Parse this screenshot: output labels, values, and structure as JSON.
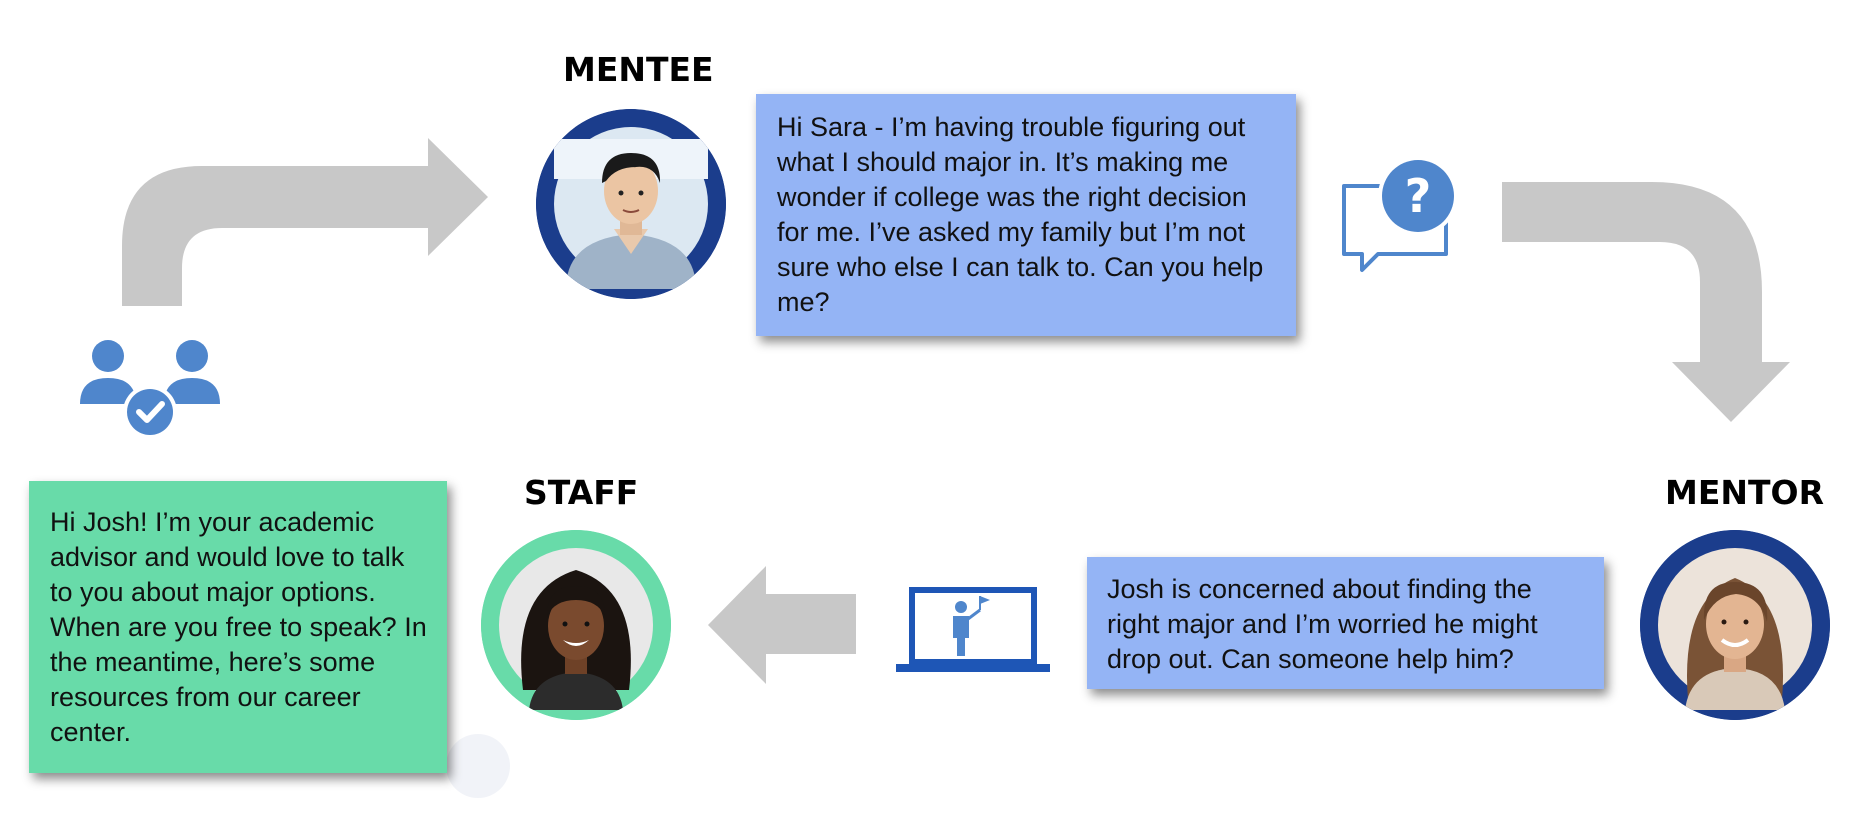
{
  "mentee": {
    "label": "MENTEE",
    "message": "Hi Sara - I’m having trouble figuring out what I should major in. It’s making me wonder if college was the right decision for me. I’ve asked my family but I’m not sure who else I can talk to. Can you help me?"
  },
  "mentor": {
    "label": "MENTOR",
    "message": "Josh is concerned about finding the right major and I’m worried he might drop out. Can someone help him?"
  },
  "staff": {
    "label": "STAFF",
    "message": "Hi Josh! I’m your academic advisor and would love to talk to you about major options. When are you free to speak? In the meantime, here’s some resources from our career center."
  },
  "icons": {
    "match": "users-check-icon",
    "question": "chat-question-icon",
    "presentation": "laptop-presenter-icon"
  },
  "colors": {
    "navy": "#1b3d8c",
    "icon_blue": "#4f86cc",
    "laptop_blue": "#1e56b6",
    "arrow_gray": "#c8c8c8",
    "bubble_blue": "#94b4f5",
    "bubble_green": "#68dba9",
    "staff_ring": "#68dba9"
  }
}
